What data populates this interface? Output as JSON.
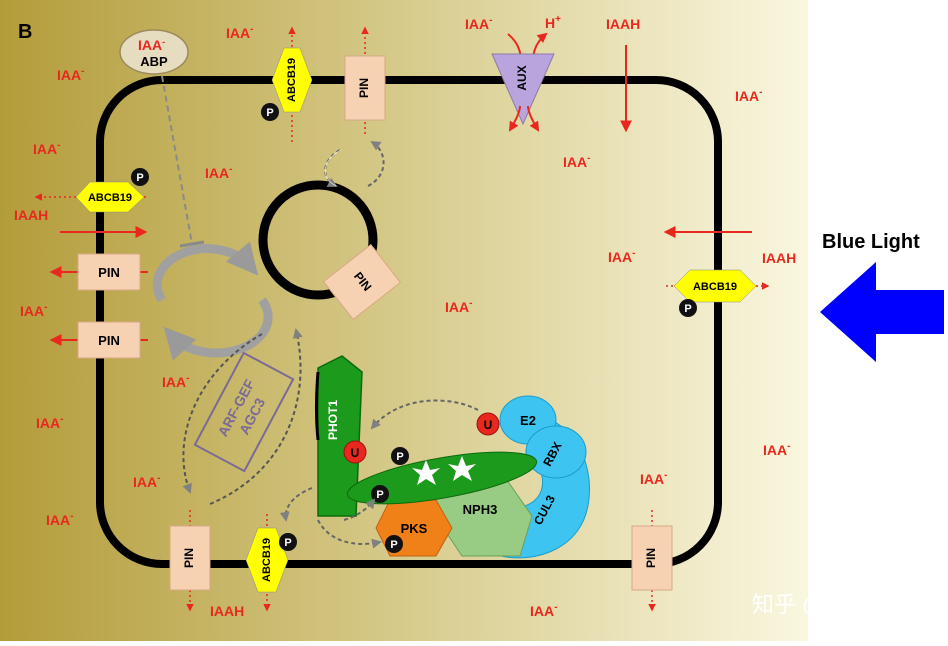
{
  "panel_letter": "B",
  "blue_light": "Blue Light",
  "watermark": "知乎 @逐梦人",
  "iaa": "IAA",
  "iaa_sup": "-",
  "iaah": "IAAH",
  "h_plus": "H",
  "h_sup": "+",
  "abp": "ABP",
  "abcb19": "ABCB19",
  "pin": "PIN",
  "aux": "AUX",
  "p": "P",
  "u": "U",
  "arf_gef": "ARF-GEF",
  "agc3": "AGC3",
  "phot1": "PHOT1",
  "nph3": "NPH3",
  "pks": "PKS",
  "e2": "E2",
  "rbx": "RBX",
  "cul3": "CUL3",
  "colors": {
    "auxin": "#e8281e",
    "abcb19": "#ffff00",
    "pin": "#f6d2b3",
    "aux": "#b9a4dd",
    "phot1": "#1c9a1c",
    "nph3": "#98cc84",
    "pks": "#f08018",
    "ubiquitin_complex": "#3ec4f0",
    "blue_arrow": "#0000ff"
  }
}
